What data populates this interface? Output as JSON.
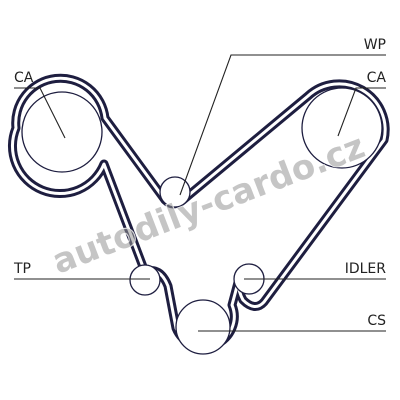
{
  "labels": {
    "ca_left": "CA",
    "wp": "WP",
    "ca_right": "CA",
    "tp": "TP",
    "idler": "IDLER",
    "cs": "CS"
  },
  "watermark": "autodily-cardo.cz",
  "colors": {
    "belt": "#1e1e40",
    "leader": "#222222",
    "text": "#222222",
    "watermark": "#969696"
  }
}
